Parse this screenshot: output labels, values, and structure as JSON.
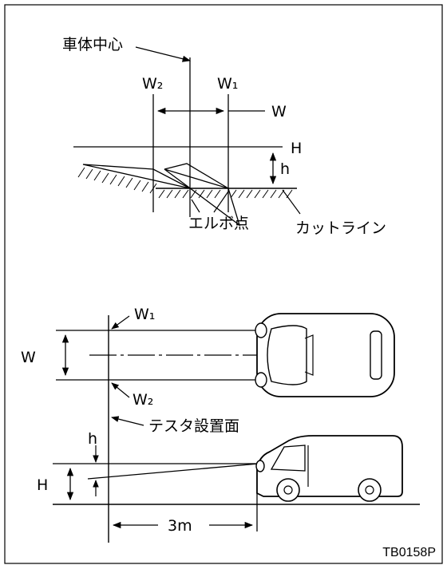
{
  "top": {
    "body_center": "車体中心",
    "w2": "W₂",
    "w1": "W₁",
    "w": "W",
    "h_upper": "H",
    "h_lower": "h",
    "elbow_point": "エルボ点",
    "cut_line": "カットライン"
  },
  "plan": {
    "w1": "W₁",
    "w2": "W₂",
    "w": "W",
    "tester_plane": "テスタ設置面"
  },
  "side": {
    "h_lower": "h",
    "h_upper": "H",
    "distance": "3m"
  },
  "figure_code": "TB0158P"
}
